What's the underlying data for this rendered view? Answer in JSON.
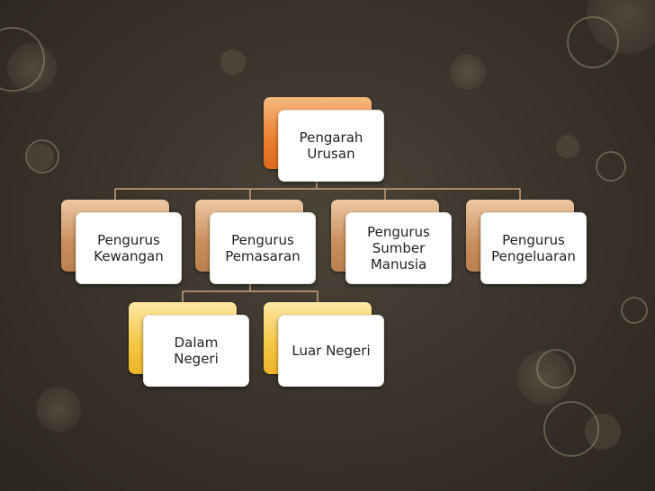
{
  "org_chart": {
    "root": {
      "label": "Pengarah\nUrusan"
    },
    "level2": [
      {
        "label": "Pengurus\nKewangan"
      },
      {
        "label": "Pengurus\nPemasaran"
      },
      {
        "label": "Pengurus\nSumber\nManusia"
      },
      {
        "label": "Pengurus\nPengeluaran"
      }
    ],
    "level3": [
      {
        "label": "Dalam\nNegeri"
      },
      {
        "label": "Luar Negeri"
      }
    ]
  },
  "colors": {
    "connector": "#c9a27b",
    "root_accent": "#ea7d2c",
    "level2_accent": "#c98f5d",
    "level3_accent": "#f5c542"
  }
}
